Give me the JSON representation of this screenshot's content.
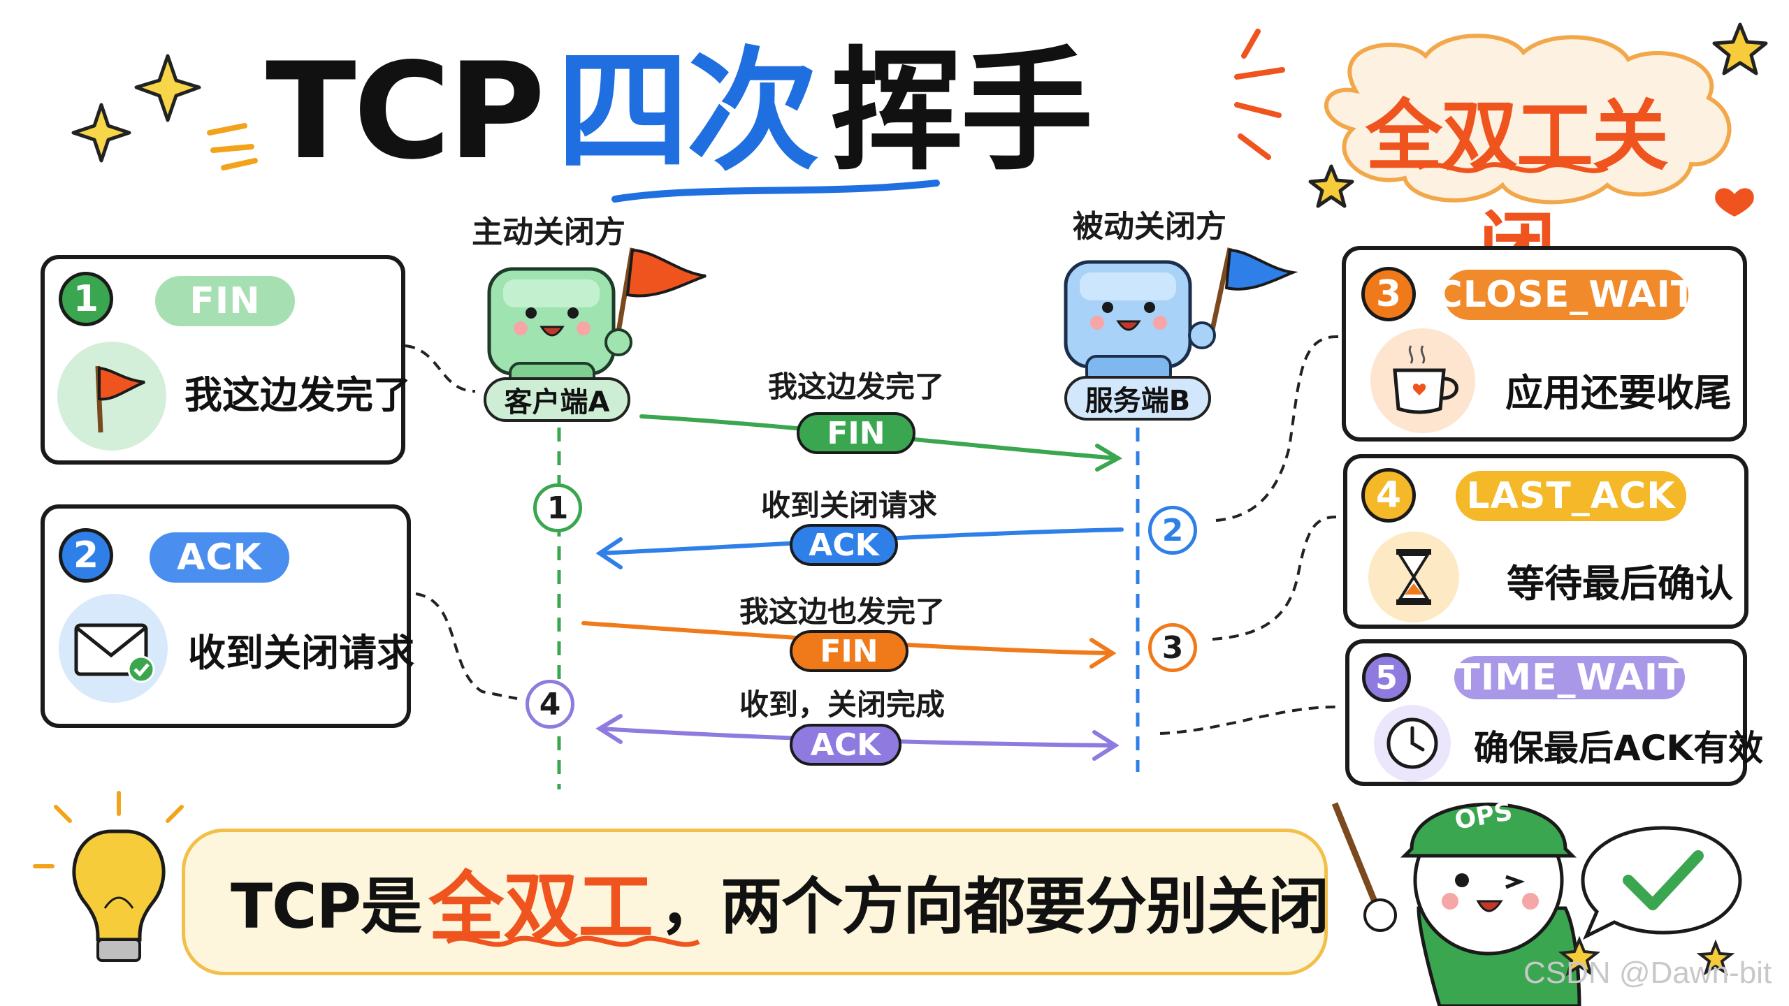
{
  "title": {
    "part1": "TCP",
    "part2": "四次",
    "part3": "挥手"
  },
  "subtitle_cloud": "全双工关闭",
  "client": {
    "role": "主动关闭方",
    "name": "客户端A"
  },
  "server": {
    "role": "被动关闭方",
    "name": "服务端B"
  },
  "messages": [
    {
      "label": "我这边发完了",
      "pill": "FIN"
    },
    {
      "label": "收到关闭请求",
      "pill": "ACK"
    },
    {
      "label": "我这边也发完了",
      "pill": "FIN"
    },
    {
      "label": "收到，关闭完成",
      "pill": "ACK"
    }
  ],
  "steps": [
    "1",
    "2",
    "3",
    "4"
  ],
  "left_cards": [
    {
      "num": "1",
      "state": "FIN",
      "text": "我这边发完了",
      "icon": "flag-icon"
    },
    {
      "num": "2",
      "state": "ACK",
      "text": "收到关闭请求",
      "icon": "envelope-check-icon"
    }
  ],
  "right_cards": [
    {
      "num": "3",
      "state": "CLOSE_WAIT",
      "text": "应用还要收尾",
      "icon": "coffee-cup-icon"
    },
    {
      "num": "4",
      "state": "LAST_ACK",
      "text": "等待最后确认",
      "icon": "hourglass-icon"
    },
    {
      "num": "5",
      "state": "TIME_WAIT",
      "text": "确保最后ACK有效",
      "icon": "clock-icon"
    }
  ],
  "banner": {
    "before": "TCP是",
    "highlight": "全双工",
    "after": "，两个方向都要分别关闭"
  },
  "mascot": {
    "cap_text": "OPS"
  },
  "watermark": "CSDN @Dawn-bit",
  "colors": {
    "green": "#3aa650",
    "blue": "#2f7fe8",
    "orange": "#f07a1a",
    "purple": "#8f7be0",
    "yellow": "#f4b829",
    "accent_red": "#f0541e",
    "title_blue": "#1f6fe0"
  }
}
